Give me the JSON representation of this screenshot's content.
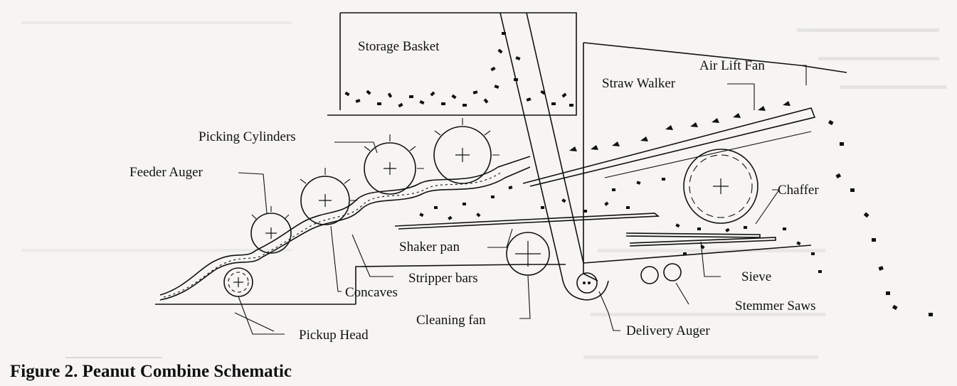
{
  "figure": {
    "caption": "Figure 2. Peanut Combine Schematic"
  },
  "labels": {
    "storage_basket": "Storage Basket",
    "air_lift_fan": "Air Lift Fan",
    "straw_walker": "Straw Walker",
    "picking_cylinders": "Picking Cylinders",
    "feeder_auger": "Feeder Auger",
    "chaffer": "Chaffer",
    "shaker_pan": "Shaker pan",
    "stripper_bars": "Stripper bars",
    "concaves": "Concaves",
    "sieve": "Sieve",
    "cleaning_fan": "Cleaning fan",
    "stemmer_saws": "Stemmer Saws",
    "pickup_head": "Pickup Head",
    "delivery_auger": "Delivery Auger"
  },
  "colors": {
    "ink": "#111111",
    "paper": "#f6f5f2",
    "bleed_through": "#c9c8c4"
  }
}
